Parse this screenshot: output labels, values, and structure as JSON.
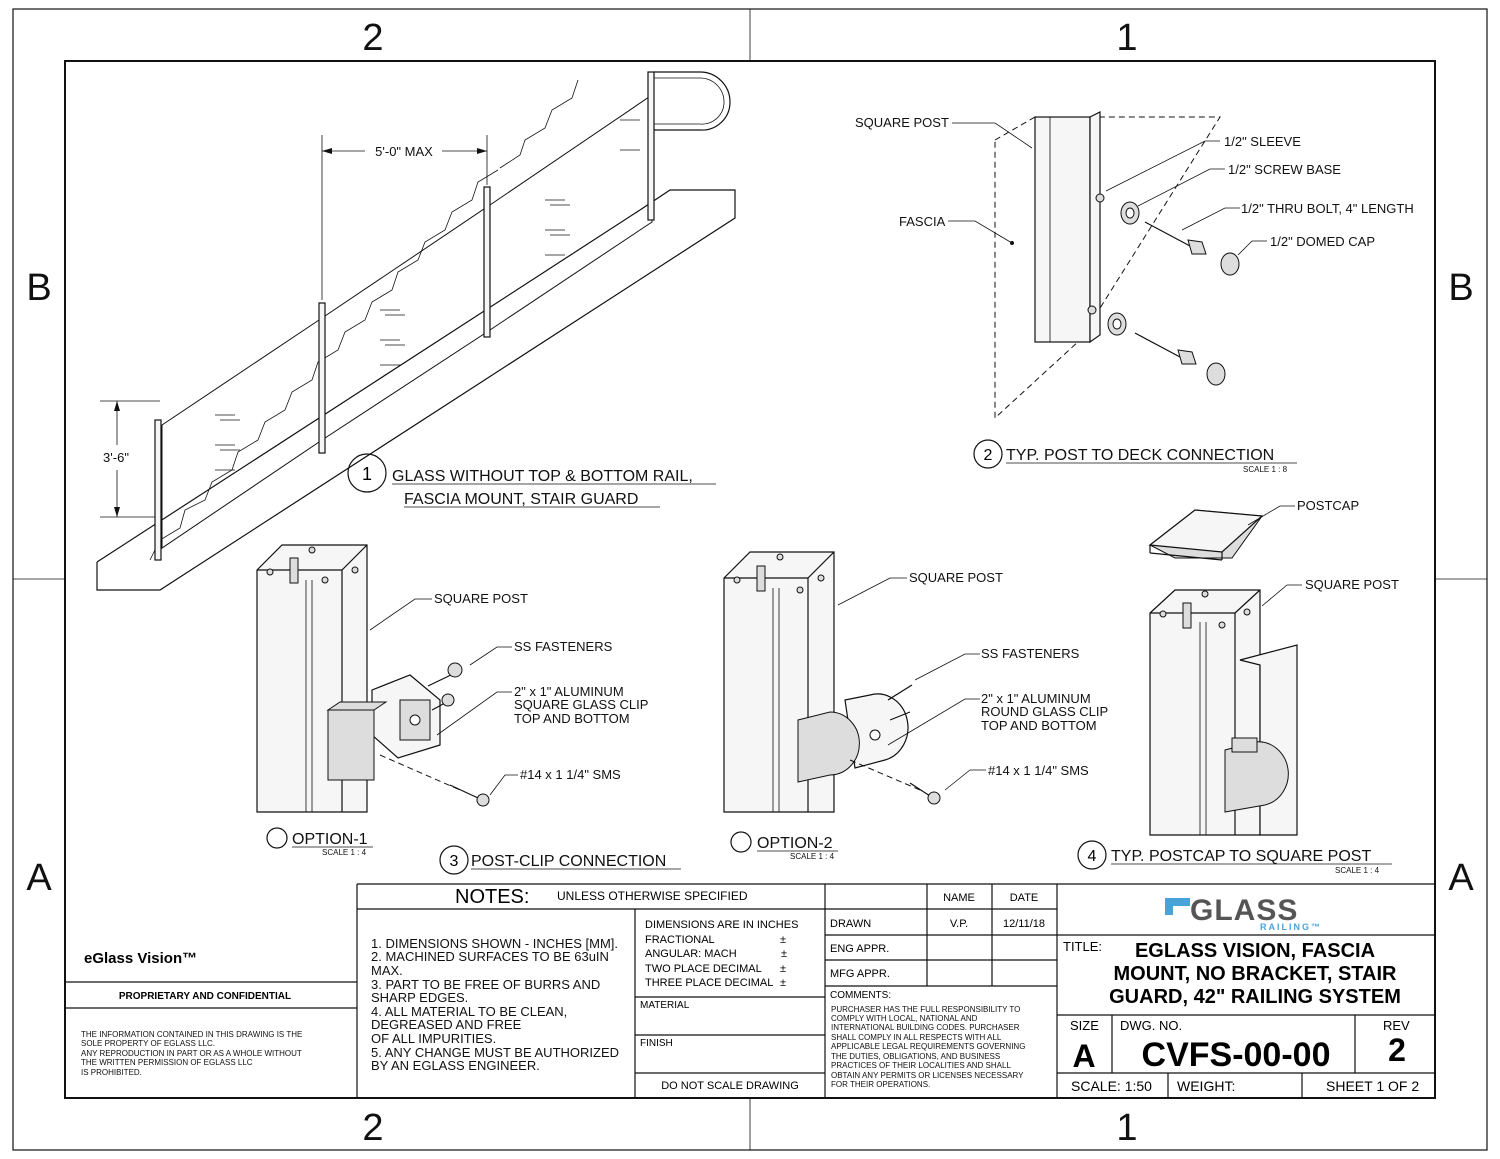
{
  "zones": {
    "top_left": "2",
    "top_right": "1",
    "bottom_left": "2",
    "bottom_right": "1",
    "left_upper": "B",
    "left_lower": "A",
    "right_upper": "B",
    "right_lower": "A"
  },
  "view1": {
    "number": "1",
    "title_line1": "GLASS WITHOUT TOP & BOTTOM RAIL,",
    "title_line2": "FASCIA MOUNT, STAIR GUARD",
    "dim_spacing": "5'-0\" MAX",
    "dim_height": "3'-6\""
  },
  "view2": {
    "number": "2",
    "title": "TYP. POST TO DECK CONNECTION",
    "scale": "SCALE 1 : 8",
    "labels": {
      "square_post": "SQUARE POST",
      "fascia": "FASCIA",
      "sleeve": "1/2\" SLEEVE",
      "screw_base": "1/2\" SCREW BASE",
      "thru_bolt": "1/2\" THRU BOLT, 4\" LENGTH",
      "domed_cap": "1/2\" DOMED CAP"
    }
  },
  "view3": {
    "number": "3",
    "title": "POST-CLIP CONNECTION",
    "option1": {
      "title": "OPTION-1",
      "scale": "SCALE 1 : 4",
      "square_post": "SQUARE POST",
      "fasteners": "SS FASTENERS",
      "clip_l1": "2\" x 1\" ALUMINUM",
      "clip_l2": "SQUARE GLASS CLIP",
      "clip_l3": "TOP AND BOTTOM",
      "sms": "#14 x 1 1/4\" SMS"
    },
    "option2": {
      "title": "OPTION-2",
      "scale": "SCALE 1 : 4",
      "square_post": "SQUARE POST",
      "fasteners": "SS FASTENERS",
      "clip_l1": "2\" x 1\" ALUMINUM",
      "clip_l2": "ROUND GLASS CLIP",
      "clip_l3": "TOP AND BOTTOM",
      "sms": "#14 x 1 1/4\" SMS"
    }
  },
  "view4": {
    "number": "4",
    "title": "TYP. POSTCAP TO SQUARE POST",
    "scale": "SCALE 1 : 4",
    "postcap": "POSTCAP",
    "square_post": "SQUARE POST"
  },
  "titleblock": {
    "notes_header": "NOTES:",
    "notes_sub": "UNLESS OTHERWISE SPECIFIED",
    "notes": [
      "1. DIMENSIONS SHOWN - INCHES [MM].",
      "2. MACHINED SURFACES TO BE 63uIN",
      "MAX.",
      "3. PART TO BE FREE OF BURRS AND",
      "SHARP EDGES.",
      "4. ALL MATERIAL TO BE CLEAN,",
      "DEGREASED AND FREE",
      "OF ALL IMPURITIES.",
      "5. ANY CHANGE MUST BE AUTHORIZED",
      "BY AN EGLASS ENGINEER."
    ],
    "tolerances": [
      "DIMENSIONS ARE IN INCHES",
      "FRACTIONAL",
      "ANGULAR: MACH",
      "TWO PLACE DECIMAL",
      "THREE PLACE DECIMAL"
    ],
    "pm": "±",
    "material": "MATERIAL",
    "finish": "FINISH",
    "do_not_scale": "DO NOT SCALE DRAWING",
    "col_name": "NAME",
    "col_date": "DATE",
    "drawn": "DRAWN",
    "drawn_name": "V.P.",
    "drawn_date": "12/11/18",
    "eng_appr": "ENG APPR.",
    "mfg_appr": "MFG APPR.",
    "comments_label": "COMMENTS:",
    "comments": [
      "PURCHASER HAS THE FULL RESPONSIBILITY TO",
      "COMPLY WITH LOCAL, NATIONAL AND",
      "INTERNATIONAL BUILDING CODES. PURCHASER",
      "SHALL COMPLY IN ALL RESPECTS WITH ALL",
      "APPLICABLE LEGAL REQUIREMENTS GOVERNING",
      "THE DUTIES, OBLIGATIONS, AND BUSINESS",
      "PRACTICES OF THEIR LOCALITIES AND SHALL",
      "OBTAIN ANY PERMITS OR LICENSES NECESSARY",
      "FOR THEIR OPERATIONS."
    ],
    "logo_main": "GLASS",
    "logo_sub": "RAILING™",
    "title_label": "TITLE:",
    "title_lines": [
      "EGLASS VISION, FASCIA",
      "MOUNT, NO BRACKET, STAIR",
      "GUARD, 42\" RAILING SYSTEM"
    ],
    "size_label": "SIZE",
    "size": "A",
    "dwg_label": "DWG.  NO.",
    "dwg": "CVFS-00-00",
    "rev_label": "REV",
    "rev": "2",
    "scale": "SCALE: 1:50",
    "weight": "WEIGHT:",
    "sheet": "SHEET 1 OF 2",
    "product": "eGlass Vision™",
    "proprietary": "PROPRIETARY AND CONFIDENTIAL",
    "disclaimer": [
      "THE INFORMATION CONTAINED IN THIS DRAWING IS THE",
      "SOLE PROPERTY OF EGLASS LLC.",
      "ANY REPRODUCTION IN PART OR AS A WHOLE WITHOUT",
      "THE WRITTEN PERMISSION OF EGLASS LLC",
      "IS PROHIBITED."
    ]
  },
  "colors": {
    "logo": "#4aa3d8",
    "logo_text": "#555555",
    "line": "#111111"
  }
}
